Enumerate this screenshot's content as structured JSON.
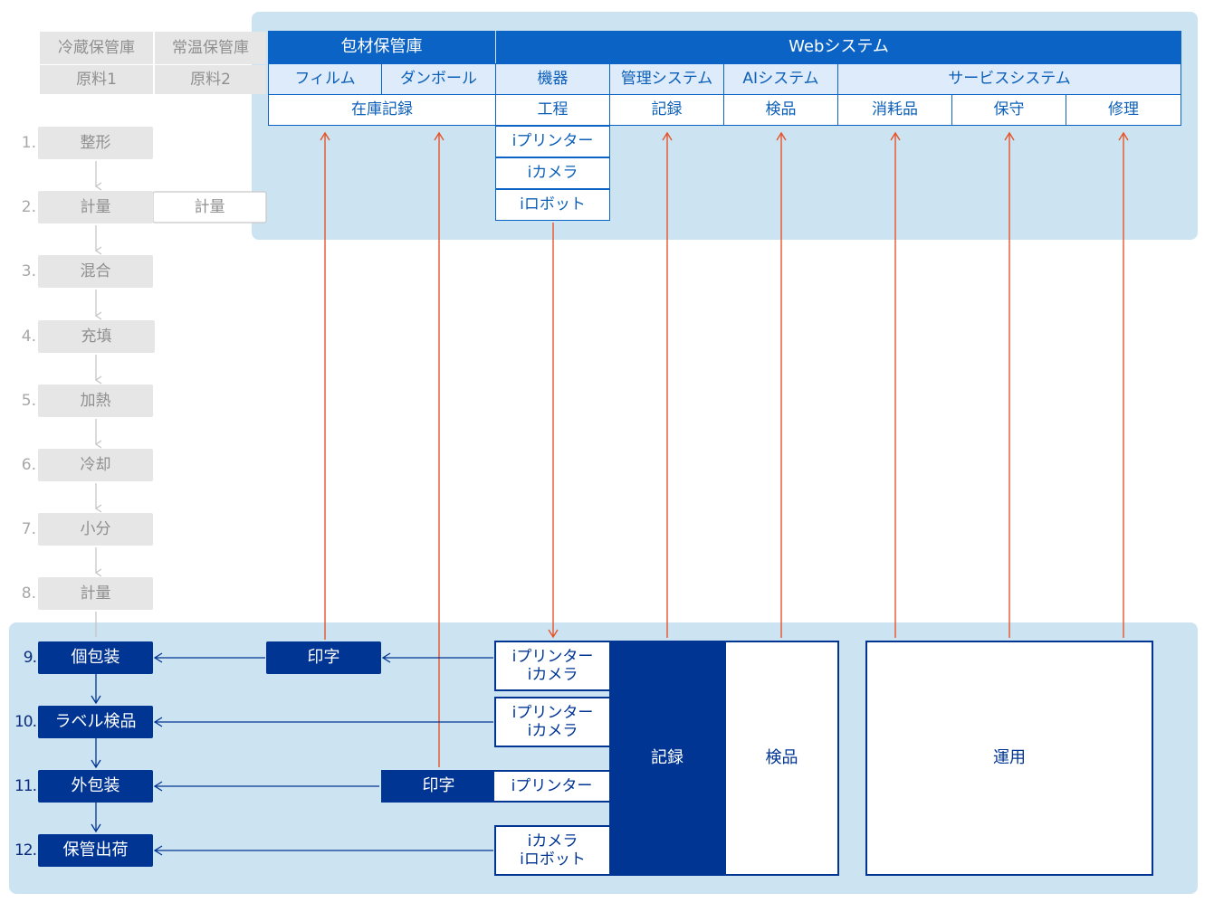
{
  "storage": {
    "cold": "冷蔵保管庫",
    "room": "常温保管庫",
    "raw1": "原料1",
    "raw2": "原料2"
  },
  "top": {
    "packaging_storage": "包材保管庫",
    "web_system": "Webシステム",
    "film": "フィルム",
    "cardboard": "ダンボール",
    "equipment": "機器",
    "mgmt_system": "管理システム",
    "ai_system": "AIシステム",
    "service_system": "サービスシステム",
    "inventory": "在庫記録",
    "process": "工程",
    "record": "記録",
    "inspection": "検品",
    "consumables": "消耗品",
    "maintenance": "保守",
    "repair": "修理",
    "iprinter": "iプリンター",
    "icamera": "iカメラ",
    "irobot": "iロボット"
  },
  "steps": [
    {
      "num": "1.",
      "label": "整形"
    },
    {
      "num": "2.",
      "label": "計量",
      "extra": "計量"
    },
    {
      "num": "3.",
      "label": "混合"
    },
    {
      "num": "4.",
      "label": "充填"
    },
    {
      "num": "5.",
      "label": "加熱"
    },
    {
      "num": "6.",
      "label": "冷却"
    },
    {
      "num": "7.",
      "label": "小分"
    },
    {
      "num": "8.",
      "label": "計量"
    },
    {
      "num": "9.",
      "label": "個包装"
    },
    {
      "num": "10.",
      "label": "ラベル検品"
    },
    {
      "num": "11.",
      "label": "外包装"
    },
    {
      "num": "12.",
      "label": "保管出荷"
    }
  ],
  "bottom": {
    "print1": "印字",
    "print2": "印字",
    "dev1": "iプリンター\niカメラ",
    "dev2": "iプリンター\niカメラ",
    "dev3": "iプリンター",
    "dev4": "iカメラ\niロボット",
    "record": "記録",
    "inspection": "検品",
    "operation": "運用"
  },
  "colors": {
    "panel": "#cce3f1",
    "header_blue": "#0b63c6",
    "dark_navy": "#003594",
    "arrow_orange": "#e8542a",
    "gray": "#e6e6e6"
  }
}
